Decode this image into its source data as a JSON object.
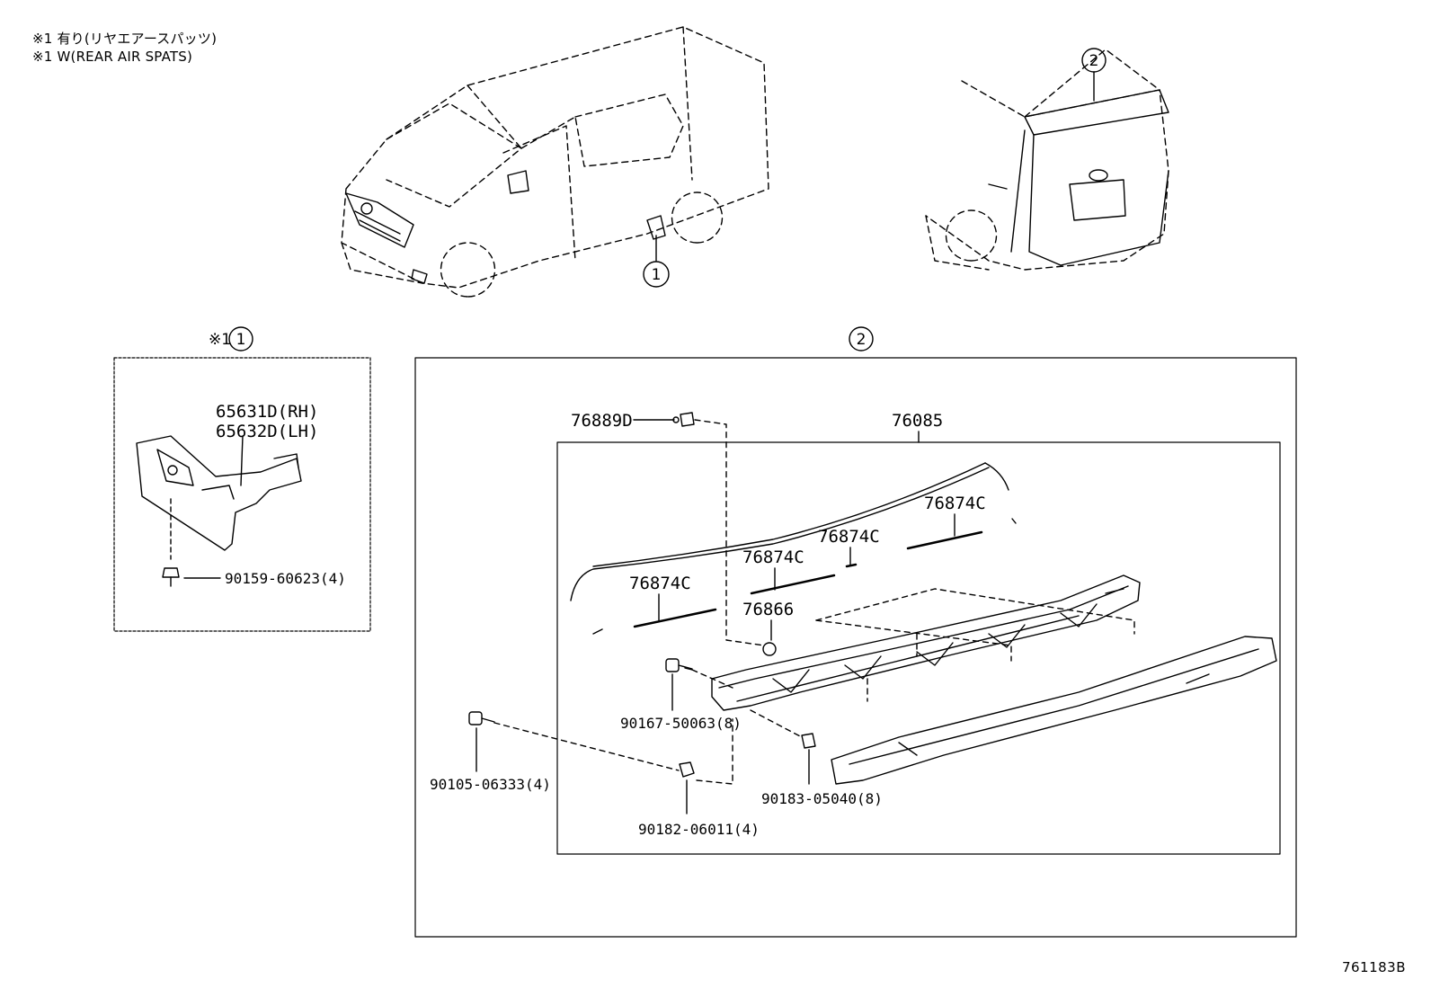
{
  "notes": {
    "line1": "※1 有り(リヤエアースパッツ)",
    "line2": "※1 W(REAR AIR SPATS)"
  },
  "callouts": {
    "c1": "1",
    "c2": "2",
    "mark1": "※1"
  },
  "parts": {
    "p65631D": "65631D(RH)",
    "p65632D": "65632D(LH)",
    "p90159": "90159-60623(4)",
    "p76889D": "76889D",
    "p76085": "76085",
    "p76874C": "76874C",
    "p76866": "76866",
    "p90167": "90167-50063(8)",
    "p90105": "90105-06333(4)",
    "p90182": "90182-06011(4)",
    "p90183": "90183-05040(8)"
  },
  "reference": "761183B"
}
